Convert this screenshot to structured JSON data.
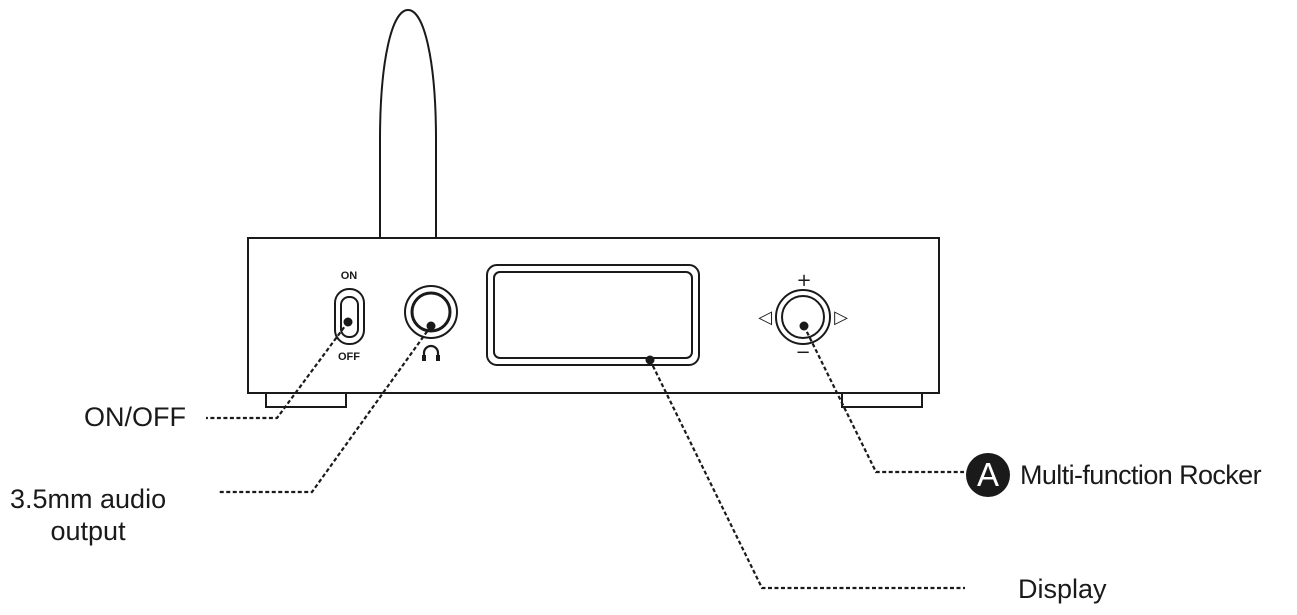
{
  "device": {
    "switch_on_text": "ON",
    "switch_off_text": "OFF",
    "volume_plus_symbol": "+",
    "volume_minus_symbol": "−",
    "left_arrow_symbol": "◁",
    "right_arrow_symbol": "▷"
  },
  "callouts": {
    "on_off": "ON/OFF",
    "audio_output_line1": "3.5mm audio",
    "audio_output_line2": "output",
    "rocker_marker": "A",
    "rocker": "Multi-function Rocker",
    "display": "Display"
  },
  "colors": {
    "line": "#1a1a1a",
    "background": "#ffffff"
  }
}
